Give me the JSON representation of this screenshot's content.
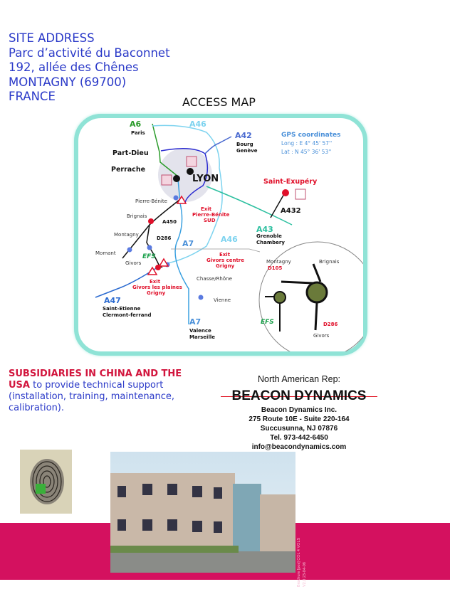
{
  "site_address": {
    "lines": [
      "SITE ADDRESS",
      "Parc d’activité du Baconnet",
      "192, allée des Chênes",
      "MONTAGNY (69700)",
      "FRANCE"
    ]
  },
  "access_map": {
    "title": "ACCESS MAP",
    "gps": {
      "title": "GPS coordinates",
      "long": "Long : E 4° 45' 57''",
      "lat": "Lat : N 45° 36' 53''"
    },
    "labels": {
      "a6": "A6",
      "paris": "Paris",
      "a46_top": "A46",
      "a42": "A42",
      "bourg": "Bourg",
      "geneve": "Genève",
      "part_dieu": "Part-Dieu",
      "perrache": "Perrache",
      "lyon": "LYON",
      "saint_exupery": "Saint-Exupéry",
      "a432": "A432",
      "pierre_benite": "Pierre-Bénite",
      "exit1_a": "Exit",
      "exit1_b": "Pierre-Bénite",
      "exit1_c": "SUD",
      "brignais": "Brignais",
      "a450": "A450",
      "montagny": "Montagny",
      "d286": "D286",
      "a7_mid": "A7",
      "a46_mid": "A46",
      "a43": "A43",
      "grenoble": "Grenoble",
      "chambery": "Chambery",
      "momant": "Momant",
      "efs": "EFS",
      "givors": "Givors",
      "exit2_a": "Exit",
      "exit2_b": "Givors centre",
      "exit2_c": "Grigny",
      "chasse": "Chasse/Rhône",
      "exit3_a": "Exit",
      "exit3_b": "Givors les plaines",
      "exit3_c": "Grigny",
      "vienne": "Vienne",
      "a47": "A47",
      "saint_etienne": "Saint-Etienne",
      "clermont": "Clermont-ferrand",
      "a7_bot": "A7",
      "valence": "Valence",
      "marseille": "Marseille",
      "inset_montagny": "Montagny",
      "inset_d105": "D105",
      "inset_brignais": "Brignais",
      "inset_efs": "EFS",
      "inset_d286": "D286",
      "inset_givors": "Givors"
    }
  },
  "subsidiaries": {
    "title": "SUBSIDIARIES IN CHINA AND THE USA",
    "text": " to provide technical support (installation, training, maintenance, calibration)."
  },
  "rep": {
    "heading": "North American Rep:",
    "logo": "BEACON DYNAMICS",
    "lines": [
      "Beacon Dynamics Inc.",
      "275 Route 10E - Suite 220-164",
      "Succusunna, NJ 07876",
      "Tel. 973-442-6450",
      "info@beacondynamics.com"
    ]
  },
  "footer": {
    "version_1": "Brochure [pos] COL 4 VOLS",
    "version_2": "V2.0 23-04-08"
  }
}
